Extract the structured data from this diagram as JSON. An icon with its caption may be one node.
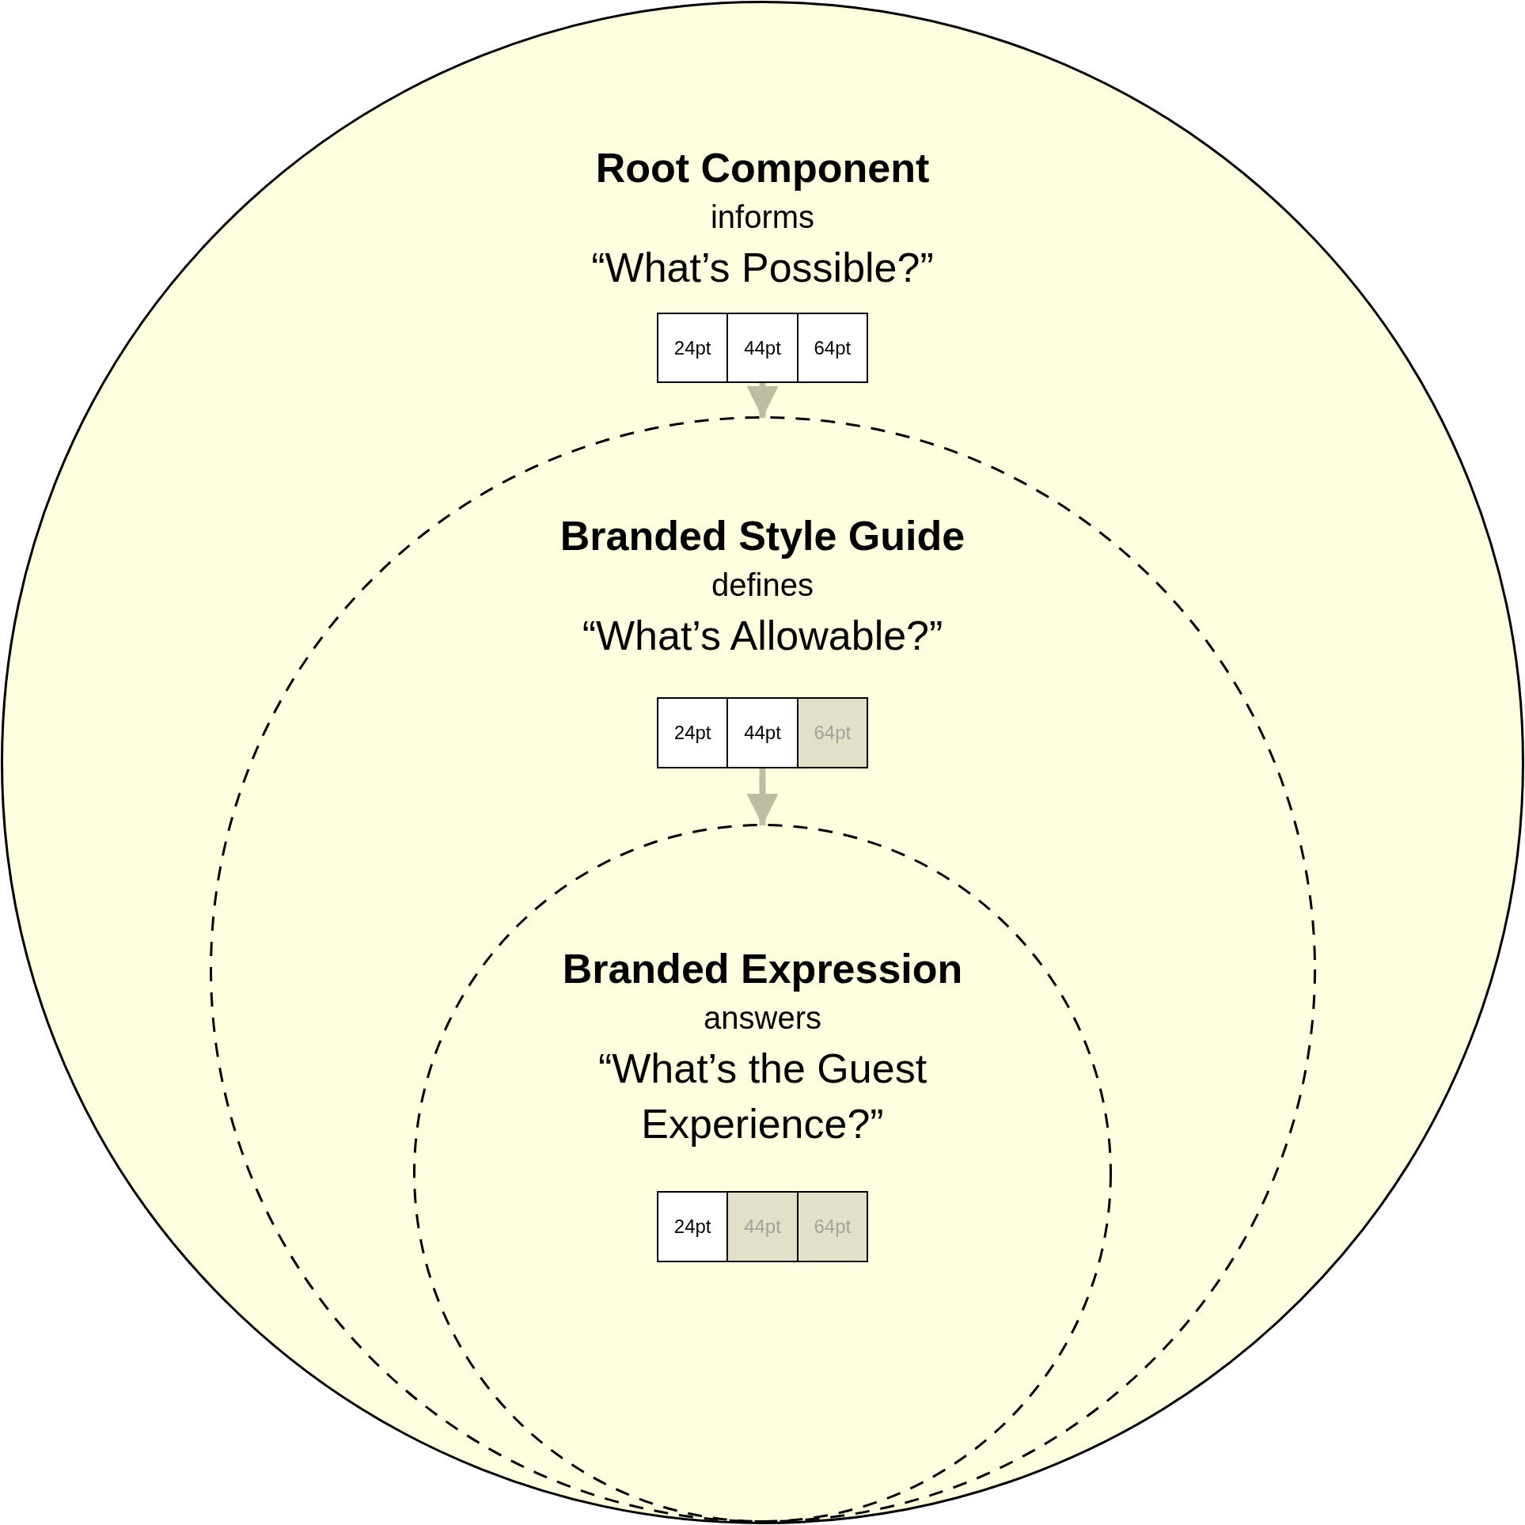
{
  "diagram": {
    "nodes": [
      {
        "text": [
          "Root Component",
          "informs",
          "“What’s Possible?”"
        ]
      },
      {
        "text": [
          "24pt",
          "44pt",
          "64pt"
        ],
        "in": 0
      },
      {
        "text": [
          "Branded Style Guide",
          "defines",
          "“What’s Allowable?”"
        ],
        "in": 0
      },
      {
        "text": [
          "24pt",
          "44pt",
          "64pt"
        ],
        "in": 2
      },
      {
        "text": [
          "Branded Expression",
          "answers",
          "“What’s the Guest Experience?”"
        ],
        "in": 2
      },
      {
        "text": [
          "24pt",
          "44pt",
          "64pt"
        ],
        "in": 4
      }
    ],
    "edges": [
      {
        "from": 1,
        "to": 2,
        "arrow": "to",
        "color": "#bdbda2"
      },
      {
        "from": 3,
        "to": 4,
        "arrow": "to",
        "color": "#bdbda2"
      }
    ]
  }
}
